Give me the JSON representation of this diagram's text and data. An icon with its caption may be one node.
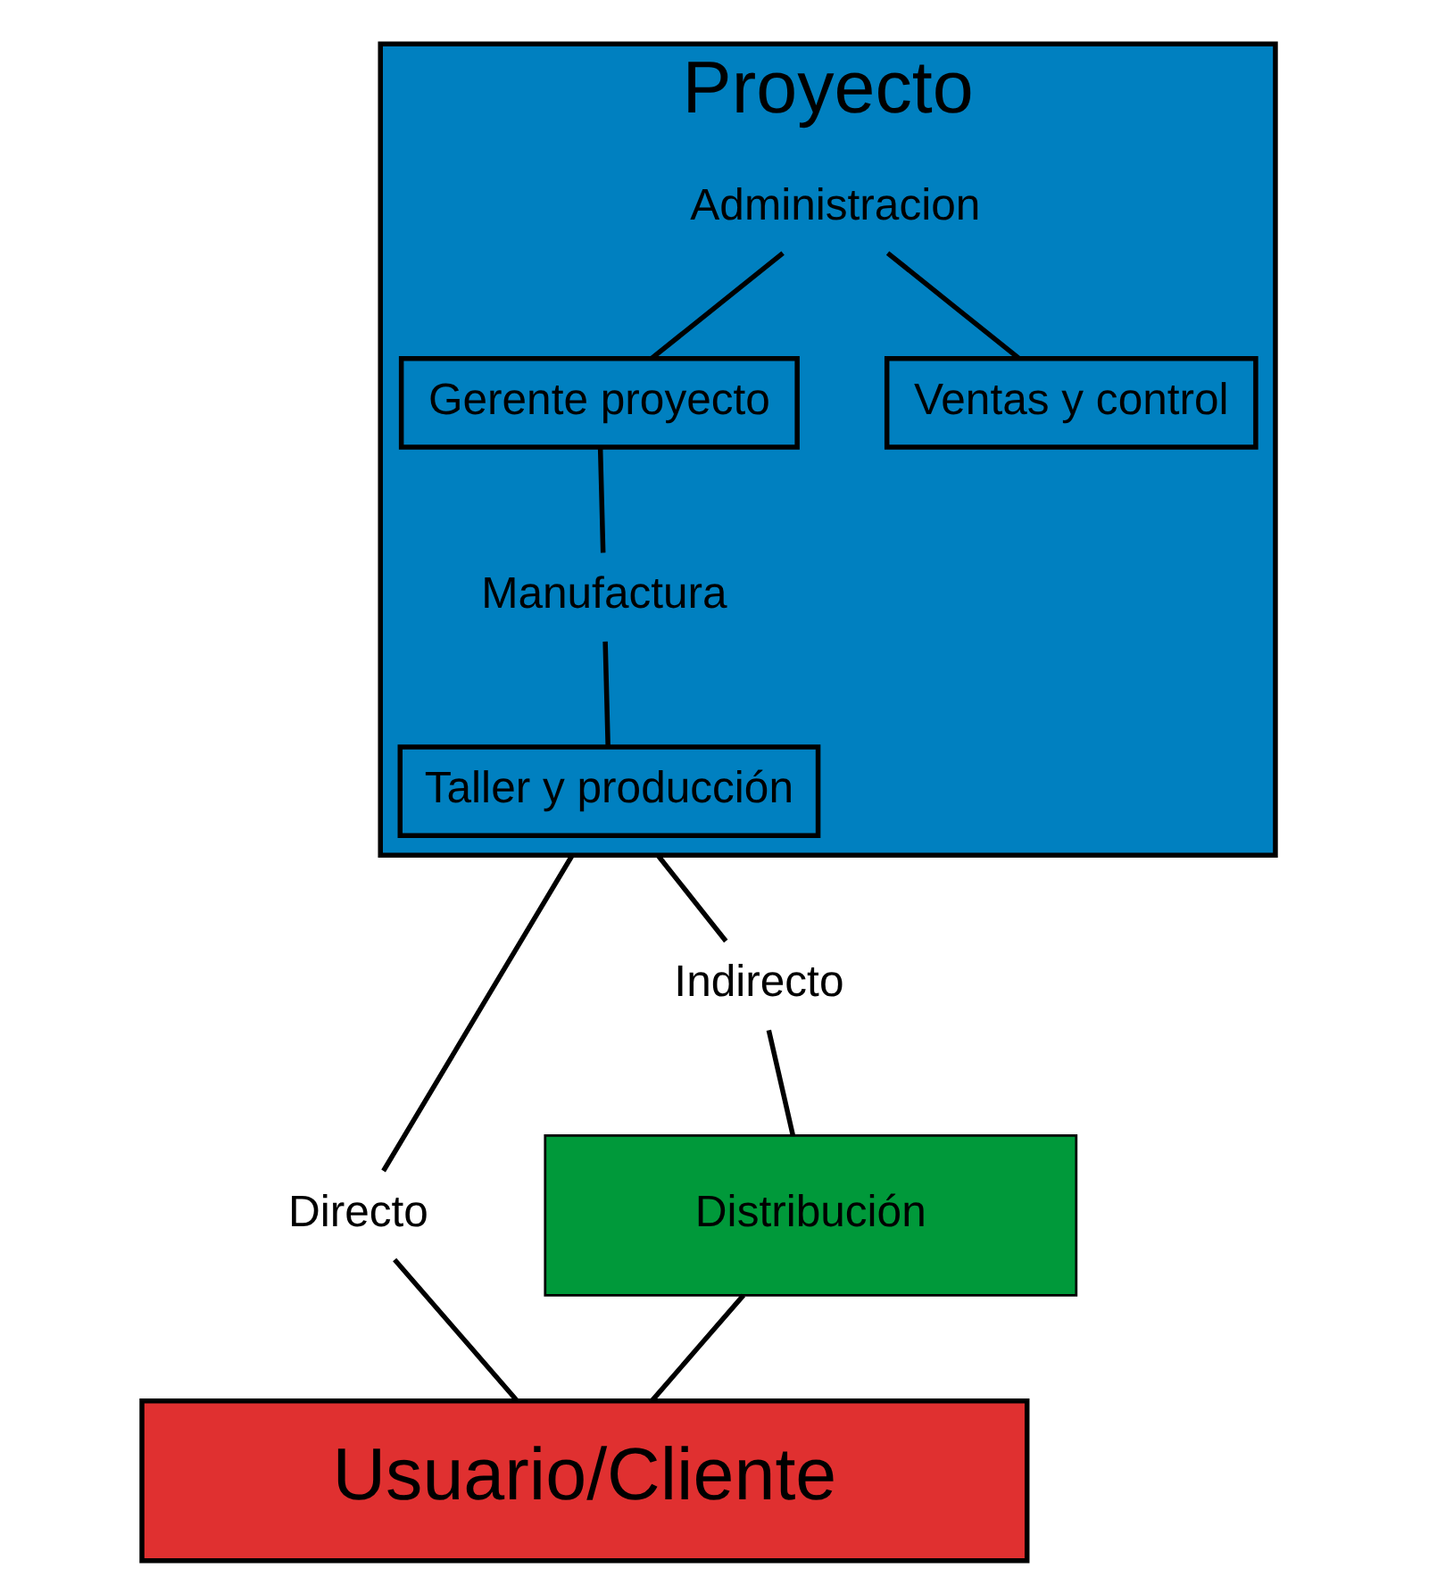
{
  "diagram": {
    "nodes": [
      {
        "text": [
          "Proyecto"
        ]
      },
      {
        "text": [
          "Gerente proyecto"
        ],
        "in": 0
      },
      {
        "text": [
          "Administracion"
        ],
        "in": 0
      },
      {
        "text": [
          "Ventas y control"
        ],
        "in": 0
      },
      {
        "text": [
          "Manufactura"
        ],
        "in": 0
      },
      {
        "text": [
          "Taller y producción"
        ],
        "in": 0
      },
      {
        "text": [
          "Directo"
        ]
      },
      {
        "text": [
          "Indirecto"
        ]
      },
      {
        "text": [
          "Distribución"
        ]
      },
      {
        "text": [
          "Usuario/Cliente"
        ]
      }
    ],
    "edges": [
      {
        "from": 2,
        "to": 1,
        "arrow": "none"
      },
      {
        "from": 2,
        "to": 3,
        "arrow": "none"
      },
      {
        "from": 1,
        "to": 4,
        "arrow": "none"
      },
      {
        "from": 4,
        "to": 5,
        "arrow": "none"
      },
      {
        "from": 0,
        "to": 6,
        "arrow": "none"
      },
      {
        "from": 0,
        "to": 7,
        "arrow": "none"
      },
      {
        "from": 6,
        "to": 9,
        "arrow": "none"
      },
      {
        "from": 7,
        "to": 8,
        "arrow": "none"
      },
      {
        "from": 8,
        "to": 9,
        "arrow": "none"
      }
    ]
  }
}
